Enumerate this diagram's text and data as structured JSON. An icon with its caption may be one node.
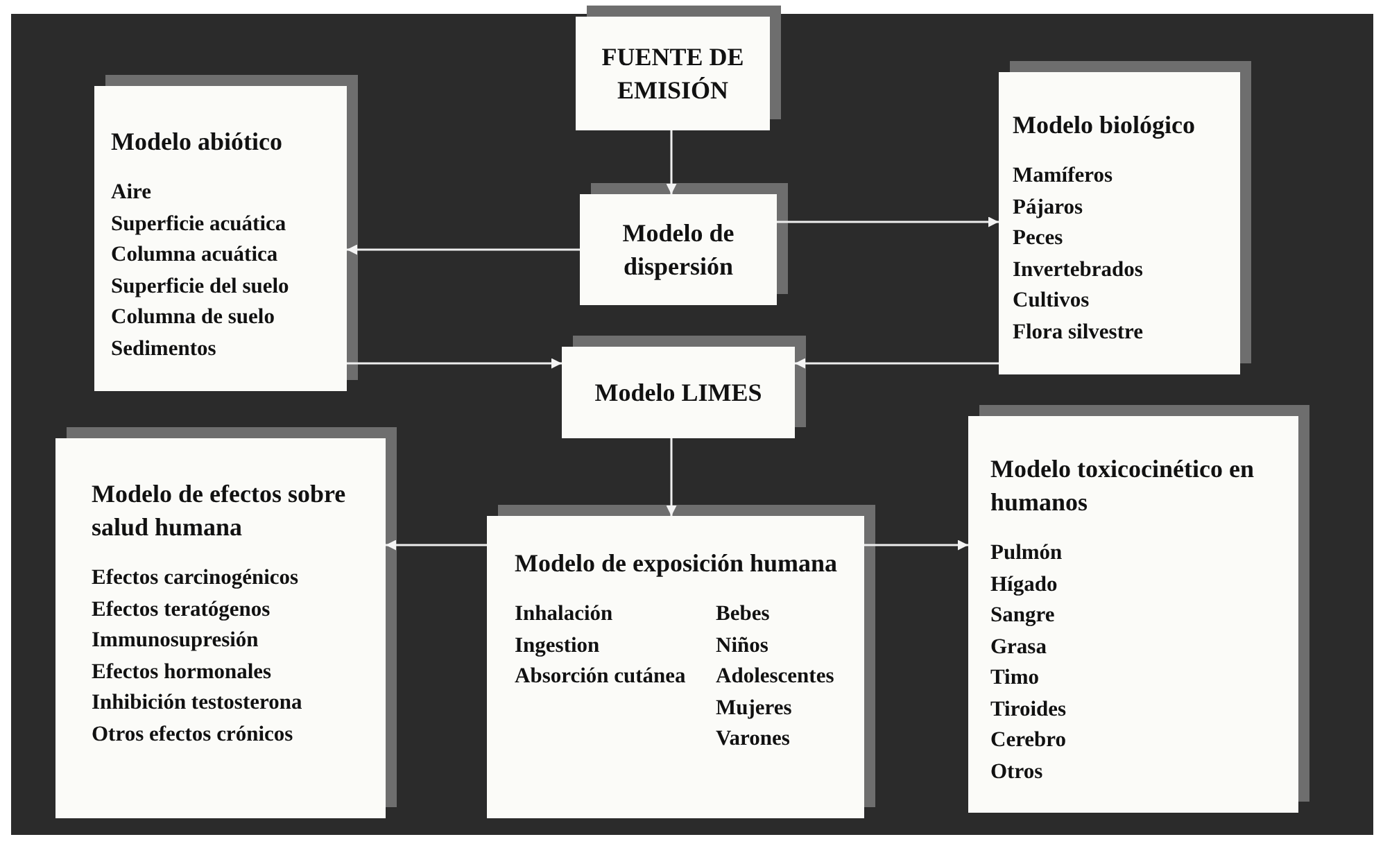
{
  "diagram": {
    "nodes": [
      {
        "text": [
          "FUENTE DE EMISIÓN"
        ]
      },
      {
        "text": [
          "Modelo abiótico",
          "Aire",
          "Superficie acuática",
          "Columna acuática",
          "Superficie del suelo",
          "Columna de suelo",
          "Sedimentos"
        ]
      },
      {
        "text": [
          "Modelo de dispersión"
        ]
      },
      {
        "text": [
          "Modelo biológico",
          "Mamíferos",
          "Pájaros",
          "Peces",
          "Invertebrados",
          "Cultivos",
          "Flora silvestre"
        ]
      },
      {
        "text": [
          "Modelo LIMES"
        ]
      },
      {
        "text": [
          "Modelo de efectos sobre salud humana",
          "Efectos carcinogénicos",
          "Efectos teratógenos",
          "Immunosupresión",
          "Efectos hormonales",
          "Inhibición testosterona",
          "Otros efectos crónicos"
        ]
      },
      {
        "text": [
          "Modelo de exposición humana",
          "Inhalación",
          "Ingestion",
          "Absorción cutánea",
          "Bebes",
          "Niños",
          "Adolescentes",
          "Mujeres",
          "Varones"
        ]
      },
      {
        "text": [
          "Modelo toxicocinético en humanos",
          "Pulmón",
          "Hígado",
          "Sangre",
          "Grasa",
          "Timo",
          "Tiroides",
          "Cerebro",
          "Otros"
        ]
      }
    ],
    "edges": [
      {
        "from": 0,
        "to": 2,
        "arrow": "to"
      },
      {
        "from": 2,
        "to": 1,
        "arrow": "to"
      },
      {
        "from": 2,
        "to": 3,
        "arrow": "to"
      },
      {
        "from": 1,
        "to": 4,
        "arrow": "to"
      },
      {
        "from": 3,
        "to": 4,
        "arrow": "to"
      },
      {
        "from": 4,
        "to": 6,
        "arrow": "to"
      },
      {
        "from": 6,
        "to": 5,
        "arrow": "to"
      },
      {
        "from": 6,
        "to": 7,
        "arrow": "to"
      }
    ]
  }
}
